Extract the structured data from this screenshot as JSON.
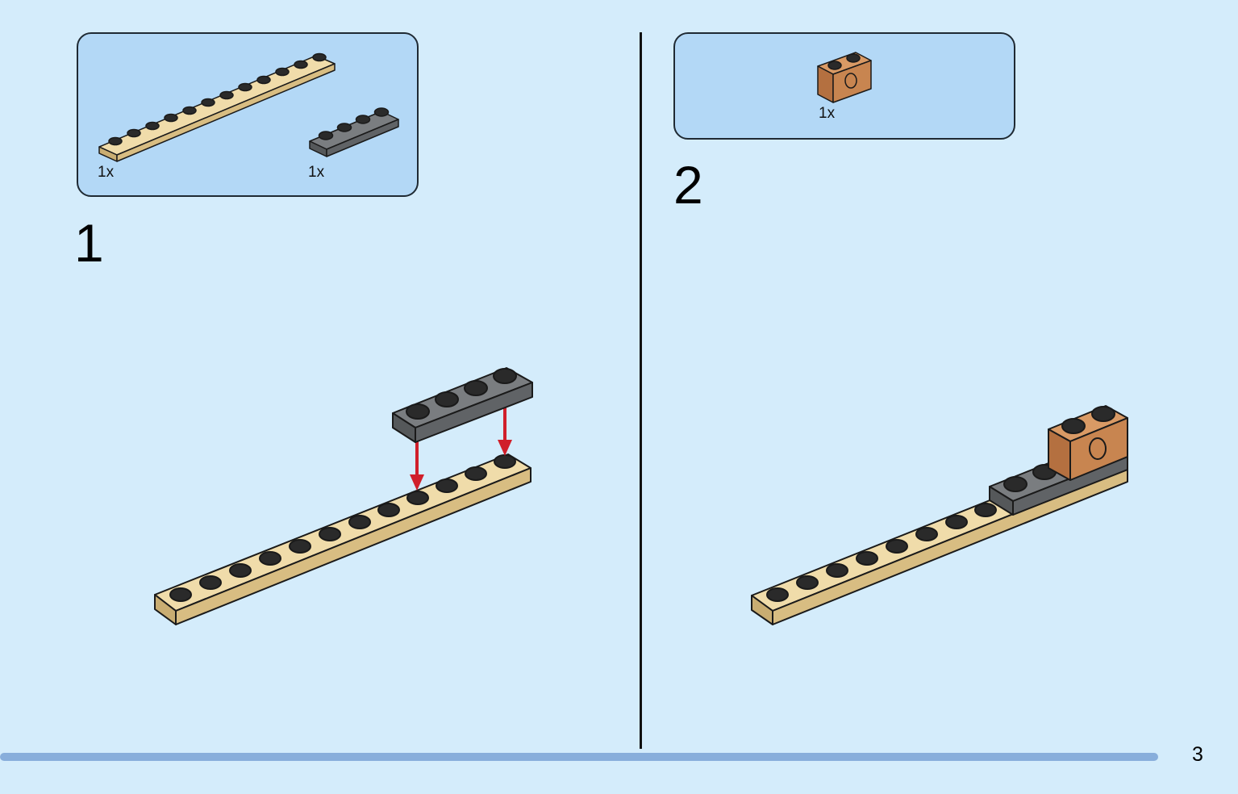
{
  "page": {
    "number": "3"
  },
  "steps": [
    {
      "number": "1",
      "parts": [
        {
          "qty": "1x",
          "piece": "tan-plate-1x12"
        },
        {
          "qty": "1x",
          "piece": "dark-gray-plate-1x4"
        }
      ]
    },
    {
      "number": "2",
      "parts": [
        {
          "qty": "1x",
          "piece": "brown-technic-brick-1x2"
        }
      ]
    }
  ],
  "colors": {
    "background": "#d4ecfb",
    "parts_box": "#b3d8f6",
    "tan": "#e2c98f",
    "dark_gray": "#6b6e70",
    "brown": "#c88550",
    "arrow": "#d01f2a",
    "progress": "#88aedb"
  }
}
